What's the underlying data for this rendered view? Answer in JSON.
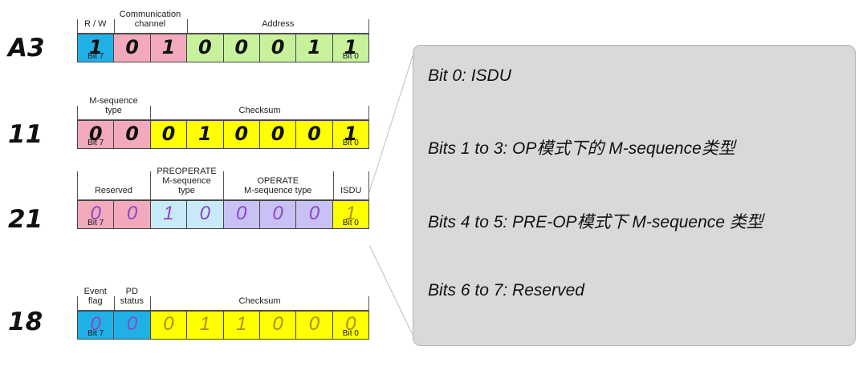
{
  "colors": {
    "blue": "#21b0e6",
    "pink": "#f2a9bc",
    "green": "#c7f29b",
    "yellow": "#ffff00",
    "light_blue": "#c8eaf8",
    "lavender": "#c7c2f3",
    "purple_text": "#8a49c7"
  },
  "rows": [
    {
      "label": "A3",
      "headers": [
        {
          "text": "R / W",
          "span": 1
        },
        {
          "text": "Communication\nchannel",
          "span": 2
        },
        {
          "text": "Address",
          "span": 5
        }
      ],
      "cells": [
        {
          "value": "1",
          "color": "blue",
          "sub": "Bit 7"
        },
        {
          "value": "0",
          "color": "pink"
        },
        {
          "value": "1",
          "color": "pink"
        },
        {
          "value": "0",
          "color": "green"
        },
        {
          "value": "0",
          "color": "green"
        },
        {
          "value": "0",
          "color": "green"
        },
        {
          "value": "1",
          "color": "green"
        },
        {
          "value": "1",
          "color": "green",
          "sub": "Bit 0"
        }
      ]
    },
    {
      "label": "11",
      "headers": [
        {
          "text": "M-sequence\ntype",
          "span": 2
        },
        {
          "text": "Checksum",
          "span": 6
        }
      ],
      "cells": [
        {
          "value": "0",
          "color": "pink",
          "sub": "Bit 7"
        },
        {
          "value": "0",
          "color": "pink"
        },
        {
          "value": "0",
          "color": "yellow"
        },
        {
          "value": "1",
          "color": "yellow"
        },
        {
          "value": "0",
          "color": "yellow"
        },
        {
          "value": "0",
          "color": "yellow"
        },
        {
          "value": "0",
          "color": "yellow"
        },
        {
          "value": "1",
          "color": "yellow",
          "sub": "Bit 0"
        }
      ]
    },
    {
      "label": "21",
      "headers": [
        {
          "text": "Reserved",
          "span": 2
        },
        {
          "text": "PREOPERATE\nM-sequence\ntype",
          "span": 2
        },
        {
          "text": "OPERATE\nM-sequence  type",
          "span": 3
        },
        {
          "text": "ISDU",
          "span": 1
        }
      ],
      "cells": [
        {
          "value": "0",
          "color": "pink",
          "sub": "Bit 7",
          "purple": true
        },
        {
          "value": "0",
          "color": "pink",
          "purple": true
        },
        {
          "value": "1",
          "color": "light_blue",
          "purple": true
        },
        {
          "value": "0",
          "color": "light_blue",
          "purple": true
        },
        {
          "value": "0",
          "color": "lavender",
          "purple": true
        },
        {
          "value": "0",
          "color": "lavender",
          "purple": true
        },
        {
          "value": "0",
          "color": "lavender",
          "purple": true
        },
        {
          "value": "1",
          "color": "yellow",
          "sub": "Bit 0",
          "purple": true
        }
      ]
    },
    {
      "label": "18",
      "headers": [
        {
          "text": "Event\nflag",
          "span": 1
        },
        {
          "text": "PD\nstatus",
          "span": 1
        },
        {
          "text": "Checksum",
          "span": 6
        }
      ],
      "cells": [
        {
          "value": "0",
          "color": "blue",
          "sub": "Bit 7",
          "purple": true
        },
        {
          "value": "0",
          "color": "blue",
          "purple": true
        },
        {
          "value": "0",
          "color": "yellow",
          "purple": true
        },
        {
          "value": "1",
          "color": "yellow",
          "purple": true
        },
        {
          "value": "1",
          "color": "yellow",
          "purple": true
        },
        {
          "value": "0",
          "color": "yellow",
          "purple": true
        },
        {
          "value": "0",
          "color": "yellow",
          "purple": true
        },
        {
          "value": "0",
          "color": "yellow",
          "sub": "Bit 0",
          "purple": true
        }
      ]
    }
  ],
  "panel": {
    "lines": [
      "Bit 0: ISDU",
      "Bits 1 to 3: OP模式下的 M-sequence类型",
      "Bits 4 to 5: PRE-OP模式下 M-sequence 类型",
      "Bits 6 to 7: Reserved"
    ]
  }
}
